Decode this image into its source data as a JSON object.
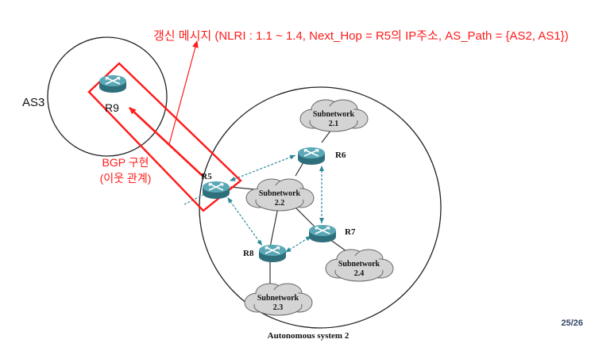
{
  "annotation": {
    "update_message": "갱신 메시지 (NLRI : 1.1 ~ 1.4, Next_Hop = R5의 IP주소, AS_Path = {AS2, AS1})",
    "bgp_line1": "BGP 구현",
    "bgp_line2": "(이웃 관계)"
  },
  "as3": {
    "label": "AS3"
  },
  "routers": {
    "r9": "R9",
    "r5": "R5",
    "r6": "R6",
    "r7": "R7",
    "r8": "R8"
  },
  "subnets": {
    "s21": {
      "line1": "Subnetwork",
      "line2": "2.1"
    },
    "s22": {
      "line1": "Subnetwork",
      "line2": "2.2"
    },
    "s23": {
      "line1": "Subnetwork",
      "line2": "2.3"
    },
    "s24": {
      "line1": "Subnetwork",
      "line2": "2.4"
    }
  },
  "as2": {
    "label": "Autonomous system 2"
  },
  "page": {
    "number": "25/26"
  },
  "colors": {
    "accent_red": "#ff1a1a",
    "arrow_teal": "#2e8a9a",
    "router_fill": "#4f9aa8",
    "cloud_fill": "#d4d4d4"
  }
}
